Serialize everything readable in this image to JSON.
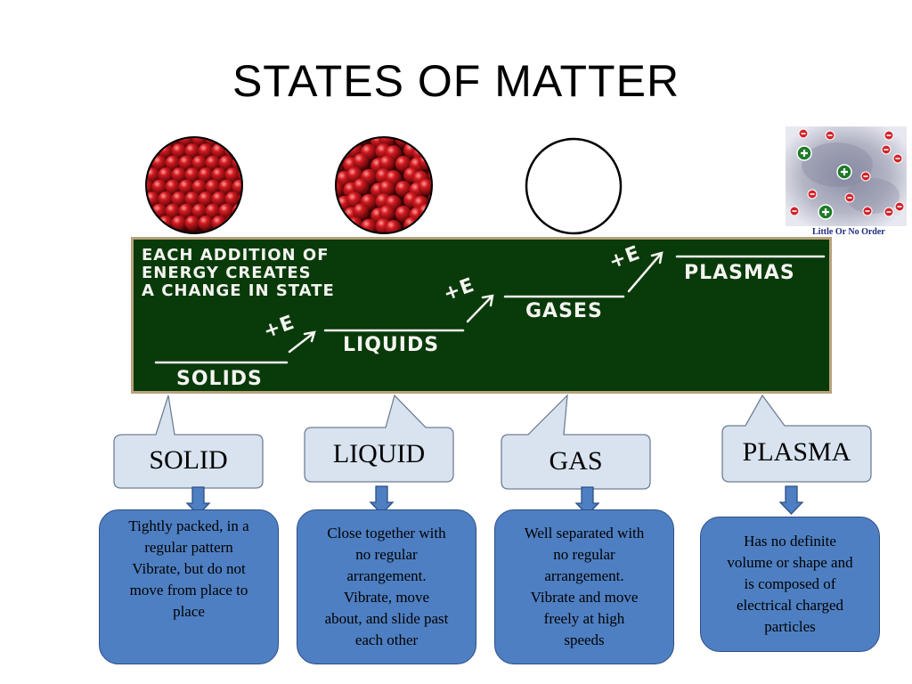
{
  "title": "STATES OF MATTER",
  "colors": {
    "board": "#093a0a",
    "board_border": "#b7a27d",
    "callout_fill": "#d8e3ef",
    "description_fill": "#4e7fc2",
    "particle_red": "#c4141a"
  },
  "plasma_image": {
    "caption": "Little Or No Order"
  },
  "board": {
    "heading_lines": [
      "EACH ADDITION OF",
      "ENERGY CREATES",
      "A CHANGE IN STATE"
    ],
    "steps": [
      "SOLIDS",
      "LIQUIDS",
      "GASES",
      "PLASMAS"
    ],
    "energy_label": "+E"
  },
  "states": [
    {
      "label": "SOLID",
      "description": "Tightly packed, in a\nregular pattern\nVibrate, but do not\nmove from place to\nplace"
    },
    {
      "label": "LIQUID",
      "description": "Close together with\nno regular\narrangement.\nVibrate, move\nabout, and slide past\neach other"
    },
    {
      "label": "GAS",
      "description": "Well separated with\nno regular\narrangement.\nVibrate and move\nfreely at high\nspeeds"
    },
    {
      "label": "PLASMA",
      "description": "Has no definite\nvolume or shape and\nis composed of\nelectrical charged\nparticles"
    }
  ]
}
